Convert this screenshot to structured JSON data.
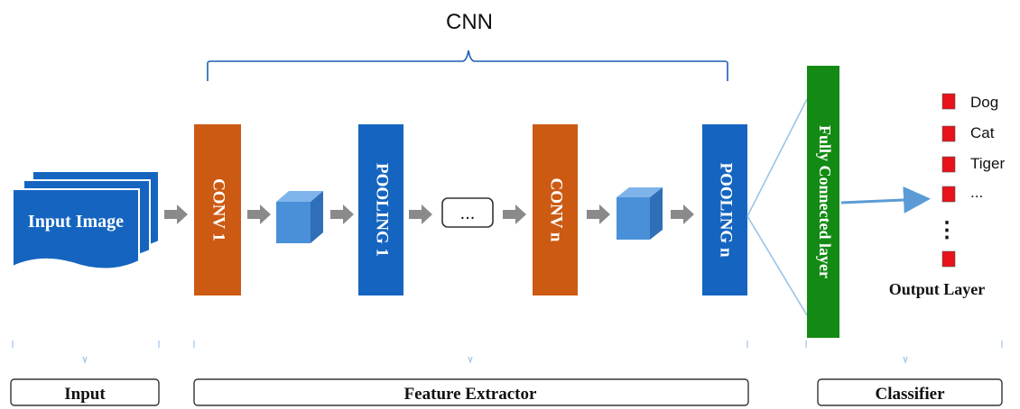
{
  "title": "CNN",
  "input_image_label": "Input Image",
  "blocks": [
    {
      "label": "CONV 1",
      "kind": "conv"
    },
    {
      "label": "POOLING 1",
      "kind": "pool"
    },
    {
      "label": "CONV n",
      "kind": "conv"
    },
    {
      "label": "POOLING n",
      "kind": "pool"
    }
  ],
  "ellipsis_box": "...",
  "fully_connected_label": "Fully Connected layer",
  "outputs": [
    "Dog",
    "Cat",
    "Tiger",
    "...",
    "",
    ""
  ],
  "output_vertical_dots": "⋮",
  "output_layer_label": "Output Layer",
  "sections": {
    "input": "Input",
    "feature_extractor": "Feature Extractor",
    "classifier": "Classifier"
  },
  "colors": {
    "conv": "#cc5a12",
    "pool": "#1565c0",
    "fully_connected": "#138a13",
    "output_square": "#e8131b",
    "brace": "#1a5fb4",
    "arrow": "#8a8a8a",
    "cube": "#4a90d9"
  }
}
